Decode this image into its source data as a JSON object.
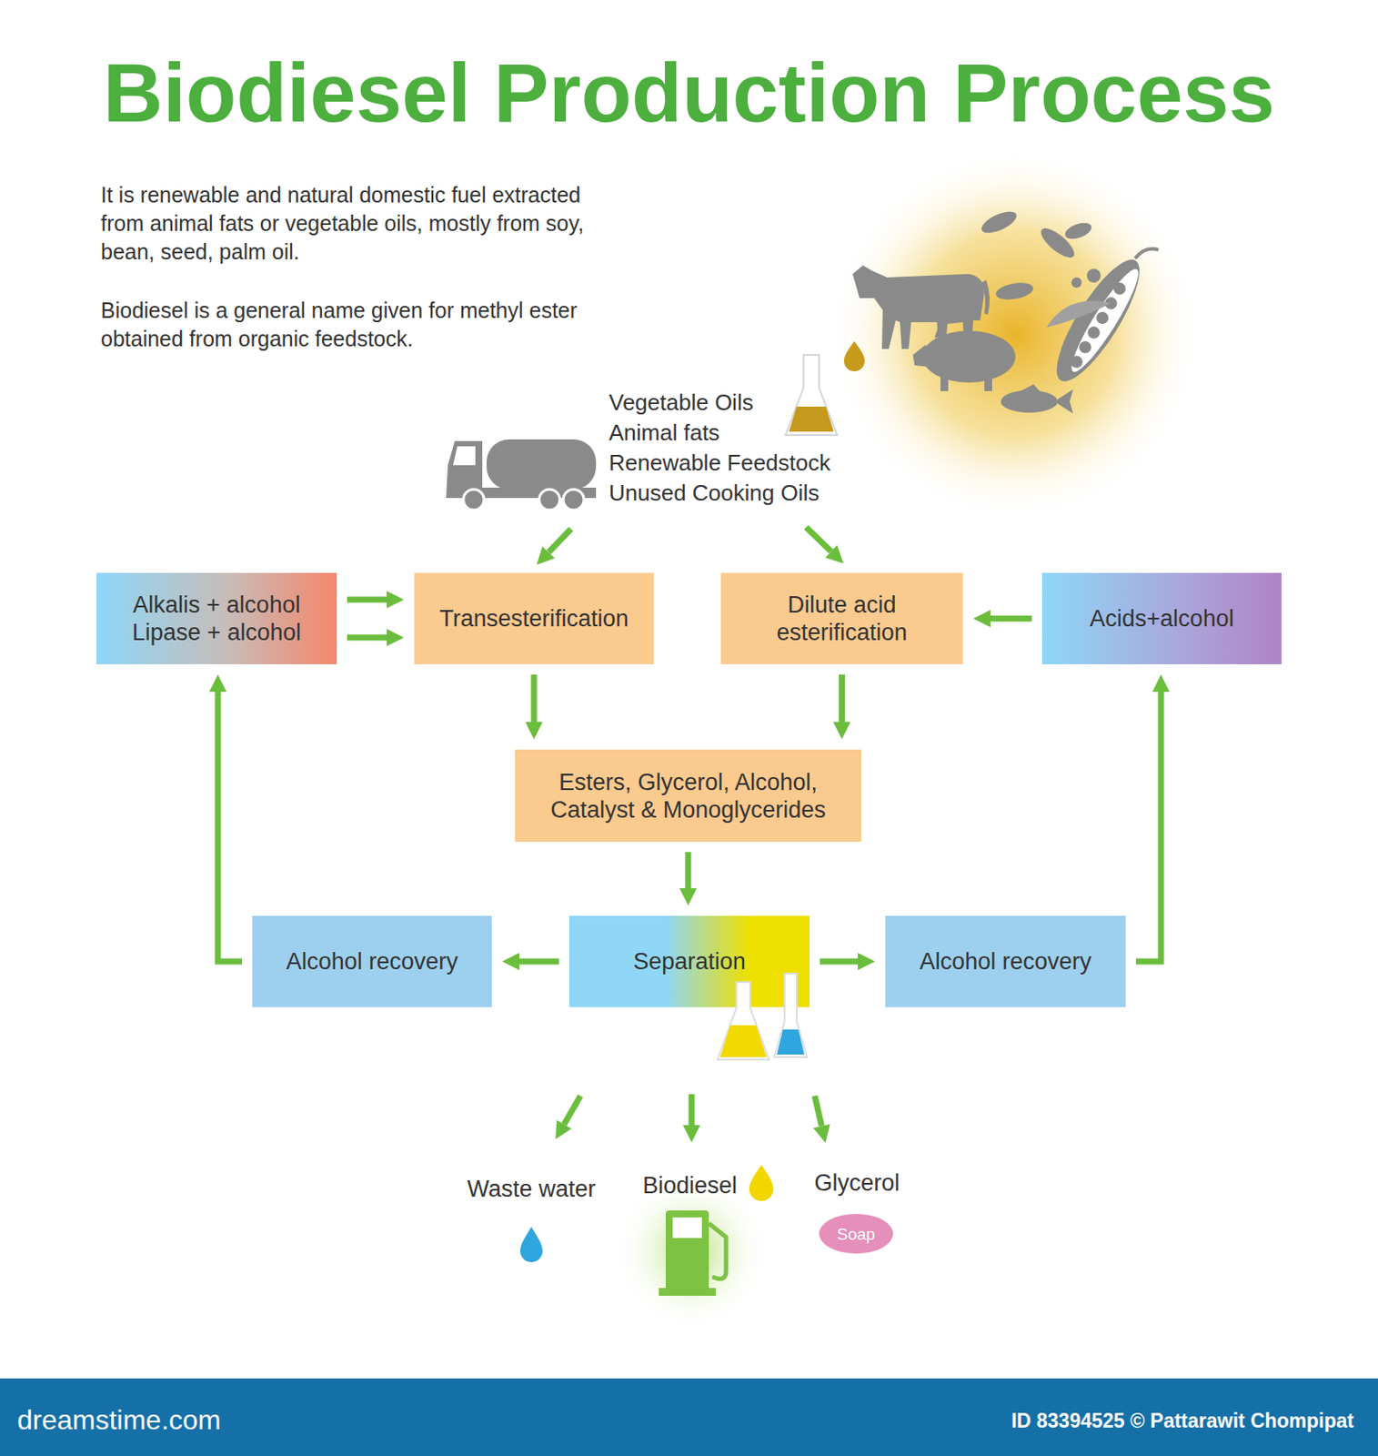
{
  "diagram": {
    "title": "Biodiesel Production Process",
    "nodes": [
      {
        "text": [
          "Alkalis + alcohol",
          "Lipase + alcohol"
        ]
      },
      {
        "text": [
          "Transesterification"
        ]
      },
      {
        "text": [
          "Dilute acid esterification"
        ]
      },
      {
        "text": [
          "Acids+alcohol"
        ]
      },
      {
        "text": [
          "Esters, Glycerol, Alcohol, Catalyst & Monoglycerides"
        ]
      },
      {
        "text": [
          "Alcohol recovery"
        ]
      },
      {
        "text": [
          "Separation"
        ]
      },
      {
        "text": [
          "Alcohol recovery"
        ]
      },
      {
        "text": [
          "Soap"
        ]
      }
    ],
    "edges": [
      {
        "from": 0,
        "to": 1,
        "arrow": "to"
      },
      {
        "from": 0,
        "to": 1,
        "arrow": "to"
      },
      {
        "from": 3,
        "to": 2,
        "arrow": "to"
      },
      {
        "from": 1,
        "to": 4,
        "arrow": "to"
      },
      {
        "from": 2,
        "to": 4,
        "arrow": "to"
      },
      {
        "from": 4,
        "to": 6,
        "arrow": "to"
      },
      {
        "from": 6,
        "to": 5,
        "arrow": "to"
      },
      {
        "from": 6,
        "to": 7,
        "arrow": "to"
      },
      {
        "from": 5,
        "to": 0,
        "arrow": "to"
      },
      {
        "from": 7,
        "to": 3,
        "arrow": "to"
      }
    ],
    "labels": [
      "It is renewable and natural domestic fuel extracted from animal fats or vegetable oils, mostly from soy, bean, seed, palm oil.",
      "Biodiesel is a general name given for methyl ester obtained from organic feedstock.",
      "Vegetable Oils",
      "Animal fats",
      "Renewable Feedstock",
      "Unused Cooking Oils",
      "Waste water",
      "Biodiesel",
      "Glycerol",
      "dreamstime.com",
      "ID 83394525 © Pattarawit Chompipat"
    ]
  }
}
